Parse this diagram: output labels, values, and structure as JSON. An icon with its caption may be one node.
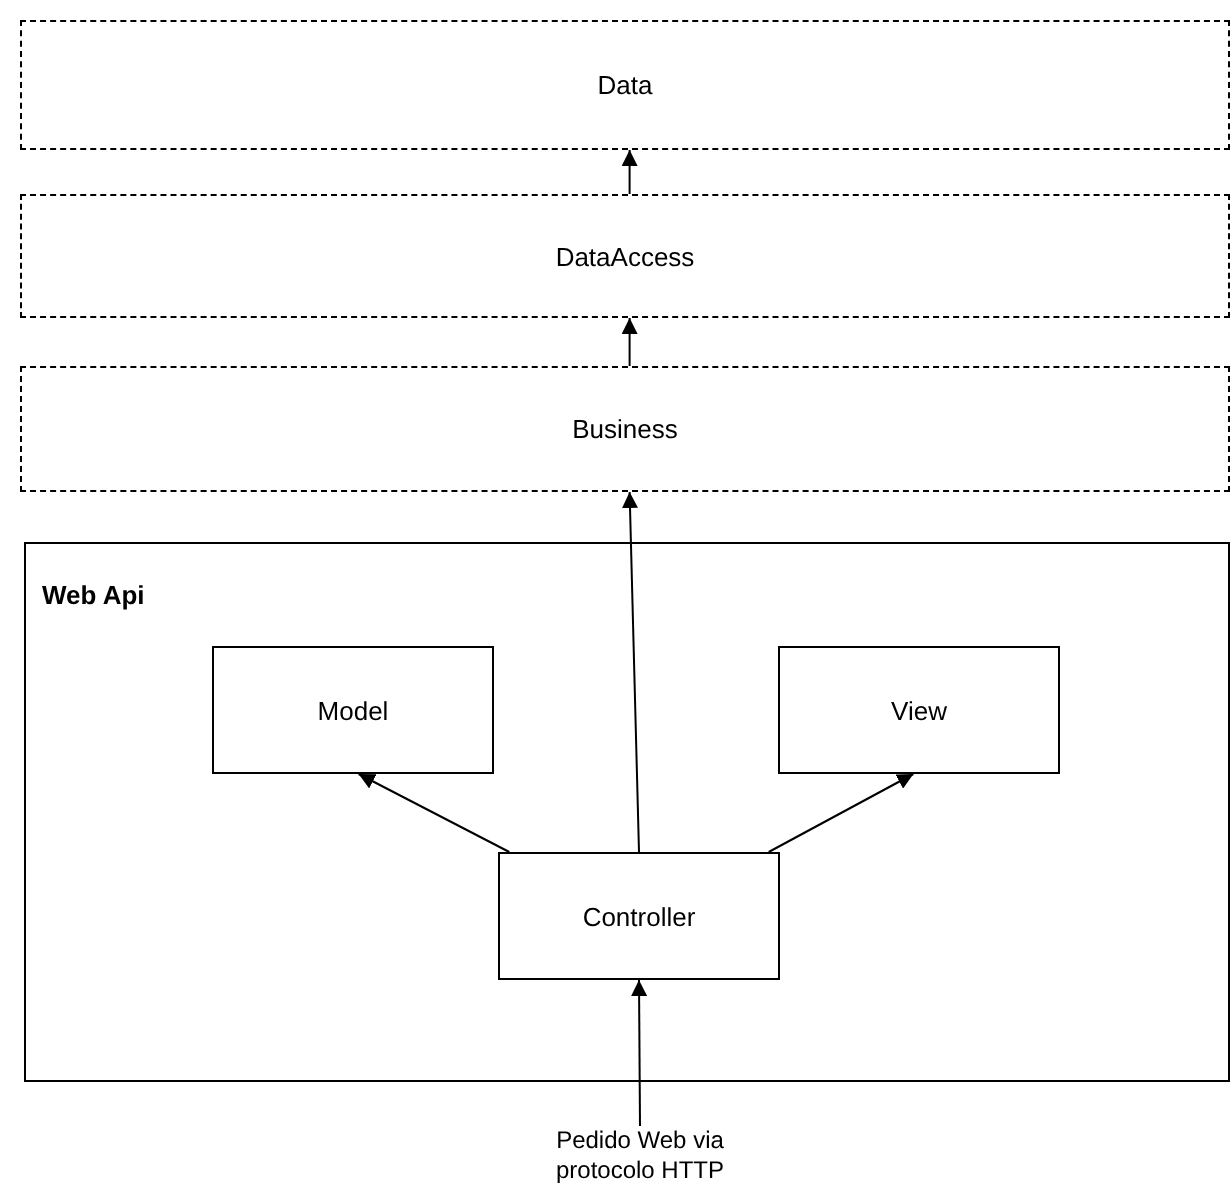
{
  "diagram": {
    "nodes": [
      {
        "text": [
          "Data"
        ]
      },
      {
        "text": [
          "DataAccess"
        ]
      },
      {
        "text": [
          "Business"
        ]
      },
      {
        "text": [
          "Web Api"
        ]
      },
      {
        "text": [
          "Model"
        ],
        "in": 3
      },
      {
        "text": [
          "View"
        ],
        "in": 3
      },
      {
        "text": [
          "Controller"
        ],
        "in": 3
      },
      {
        "text": [
          "Pedido Web via protocolo HTTP"
        ]
      }
    ],
    "edges": [
      {
        "from": 7,
        "to": 6,
        "arrow": "to"
      },
      {
        "from": 6,
        "to": 4,
        "arrow": "to"
      },
      {
        "from": 6,
        "to": 5,
        "arrow": "to"
      },
      {
        "from": 6,
        "to": 2,
        "arrow": "to"
      },
      {
        "from": 2,
        "to": 1,
        "arrow": "to"
      },
      {
        "from": 1,
        "to": 0,
        "arrow": "to"
      }
    ]
  }
}
